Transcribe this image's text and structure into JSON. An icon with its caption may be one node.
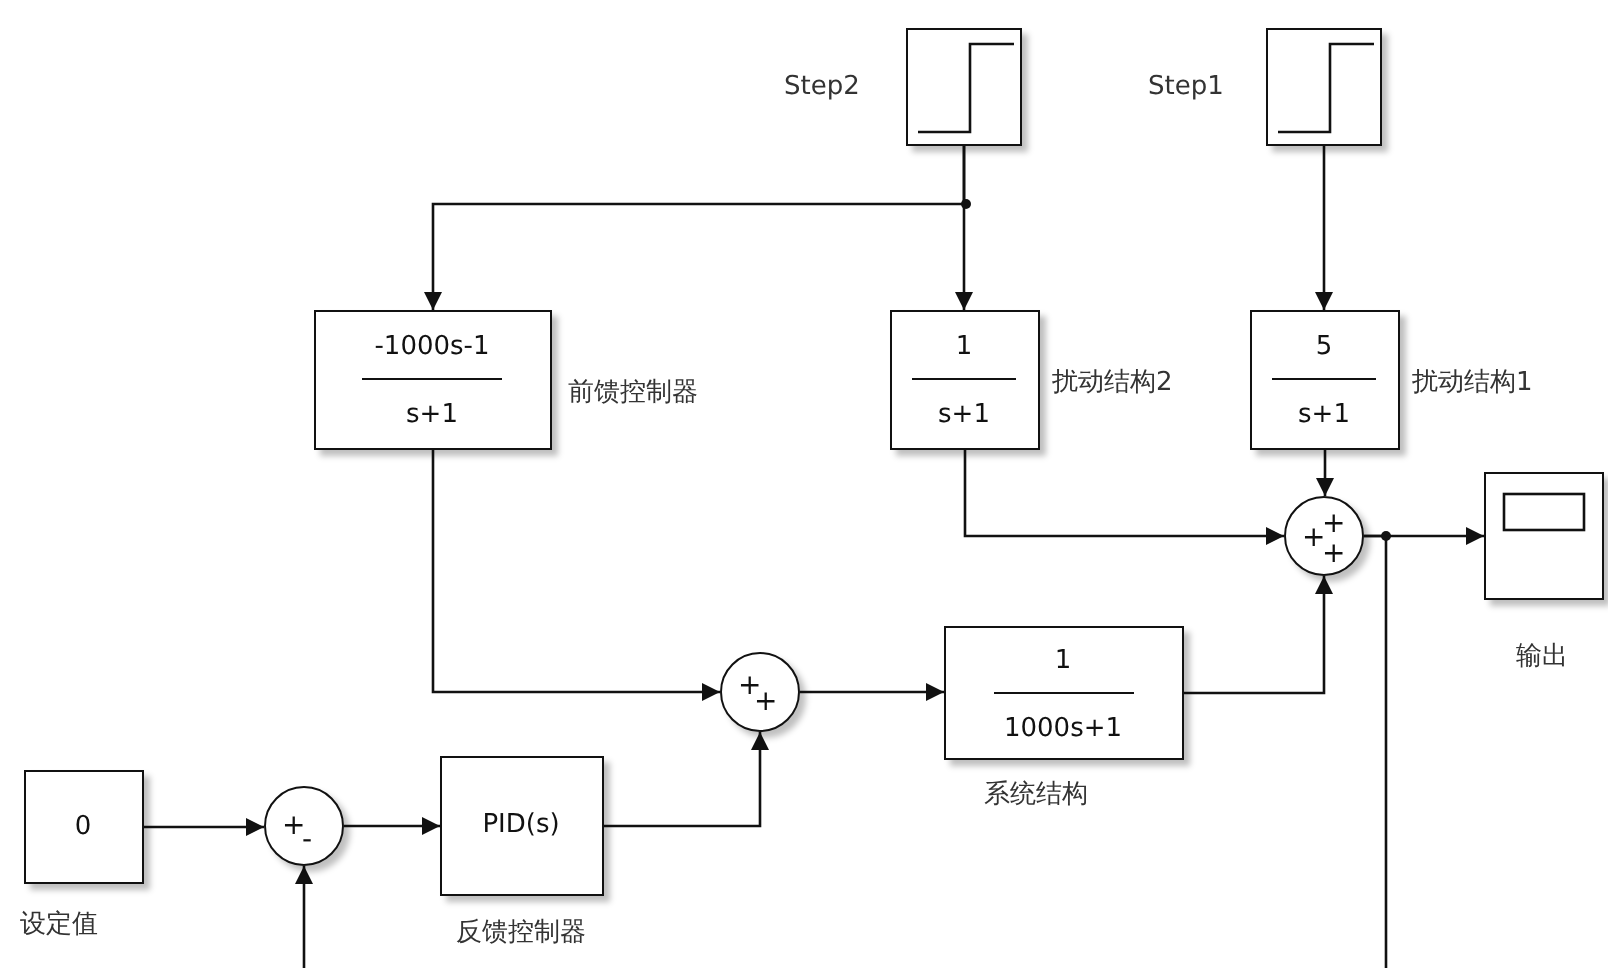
{
  "diagram": {
    "nodes": [
      {
        "text": [],
        "shape": "box",
        "beside": [
          "Step2"
        ]
      },
      {
        "text": [],
        "shape": "box",
        "beside": [
          "Step1"
        ]
      },
      {
        "text": [
          "-1000s-1",
          "s+1"
        ],
        "beside": [
          "前馈控制器"
        ]
      },
      {
        "text": [
          "1",
          "s+1"
        ],
        "beside": [
          "扰动结构2"
        ]
      },
      {
        "text": [
          "5",
          "s+1"
        ],
        "beside": [
          "扰动结构1"
        ]
      },
      {
        "text": [
          "+",
          "+",
          "+"
        ]
      },
      {
        "text": [],
        "shape": "box",
        "beside": [
          "输出"
        ]
      },
      {
        "text": [
          "+",
          "+"
        ]
      },
      {
        "text": [
          "1",
          "1000s+1"
        ],
        "beside": [
          "系统结构"
        ]
      },
      {
        "text": [
          "0"
        ],
        "beside": [
          "设定值"
        ]
      },
      {
        "text": [
          "+",
          "-"
        ]
      },
      {
        "text": [
          "PID(s)"
        ],
        "beside": [
          "反馈控制器"
        ]
      }
    ],
    "edges": [
      {
        "from": 0,
        "to": 3,
        "arrow": "to"
      },
      {
        "from": 0,
        "to": 2,
        "arrow": "to"
      },
      {
        "from": 1,
        "to": 4,
        "arrow": "to"
      },
      {
        "from": 3,
        "to": 5,
        "arrow": "to"
      },
      {
        "from": 4,
        "to": 5,
        "arrow": "to"
      },
      {
        "from": 8,
        "to": 5,
        "arrow": "to"
      },
      {
        "from": 5,
        "to": 6,
        "arrow": "to"
      },
      {
        "from": 5,
        "to": null,
        "arrow": "none"
      },
      {
        "from": null,
        "to": 10,
        "arrow": "to"
      },
      {
        "from": 2,
        "to": 7,
        "arrow": "to"
      },
      {
        "from": 7,
        "to": 8,
        "arrow": "to"
      },
      {
        "from": 9,
        "to": 10,
        "arrow": "to"
      },
      {
        "from": 10,
        "to": 11,
        "arrow": "to"
      },
      {
        "from": 11,
        "to": 7,
        "arrow": "to"
      }
    ]
  }
}
